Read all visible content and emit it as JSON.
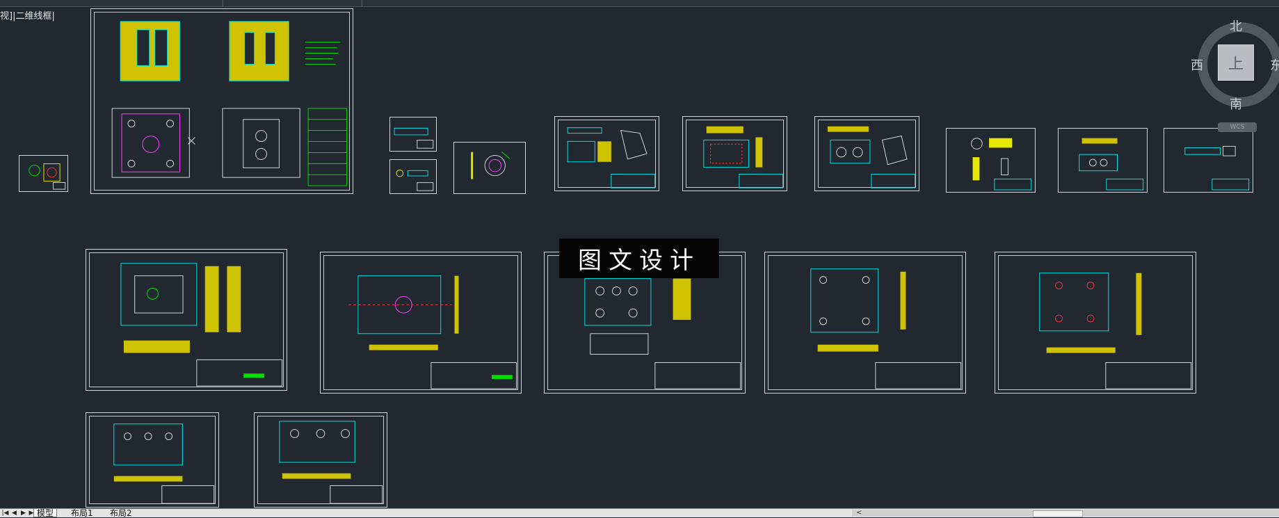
{
  "viewport": {
    "label": "视]|二维线框|"
  },
  "viewcube": {
    "north": "北",
    "south": "南",
    "west": "西",
    "east": "东",
    "top_face": "上",
    "wcs": "WCS"
  },
  "watermark": {
    "text": "图文设计"
  },
  "layout_tabs": [
    {
      "label": "模型"
    },
    {
      "label": "布局1"
    },
    {
      "label": "布局2"
    }
  ],
  "colors": {
    "background": "#212830",
    "sheet_border": "#cfd6de",
    "hatch": "#e6e600",
    "cyan": "#00e5e5",
    "green": "#00dd00",
    "magenta": "#ff3cff",
    "red": "#ff3030"
  }
}
